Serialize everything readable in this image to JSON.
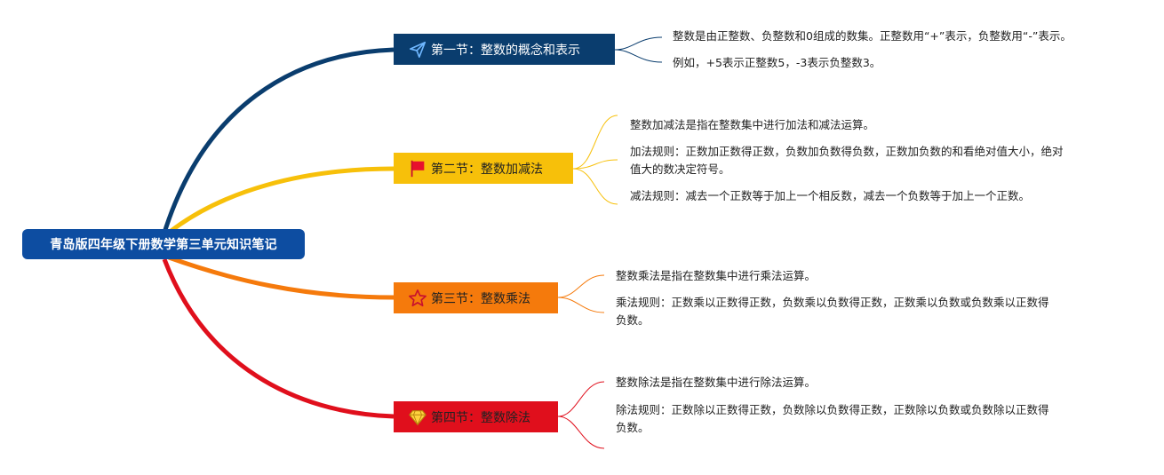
{
  "root": {
    "label": "青岛版四年级下册数学第三单元知识笔记",
    "color": "#0d4da1"
  },
  "sections": [
    {
      "label": "第一节：整数的概念和表示",
      "icon": "send-icon",
      "color": "#0a3d6e",
      "notes": [
        "整数是由正整数、负整数和0组成的数集。正整数用“+”表示，负整数用“-”表示。",
        "例如，+5表示正整数5，-3表示负整数3。"
      ]
    },
    {
      "label": "第二节：整数加减法",
      "icon": "flag-icon",
      "color": "#f7c00a",
      "notes": [
        "整数加减法是指在整数集中进行加法和减法运算。",
        "加法规则：正数加正数得正数，负数加负数得负数，正数加负数的和看绝对值大小，绝对值大的数决定符号。",
        "减法规则：减去一个正数等于加上一个相反数，减去一个负数等于加上一个正数。"
      ]
    },
    {
      "label": "第三节：整数乘法",
      "icon": "star-icon",
      "color": "#f57a0c",
      "notes": [
        "整数乘法是指在整数集中进行乘法运算。",
        "乘法规则：正数乘以正数得正数，负数乘以负数得正数，正数乘以负数或负数乘以正数得负数。"
      ]
    },
    {
      "label": "第四节：整数除法",
      "icon": "diamond-icon",
      "color": "#e00f1c",
      "notes": [
        "整数除法是指在整数集中进行除法运算。",
        "除法规则：正数除以正数得正数，负数除以负数得正数，正数除以负数或负数除以正数得负数。"
      ]
    }
  ]
}
